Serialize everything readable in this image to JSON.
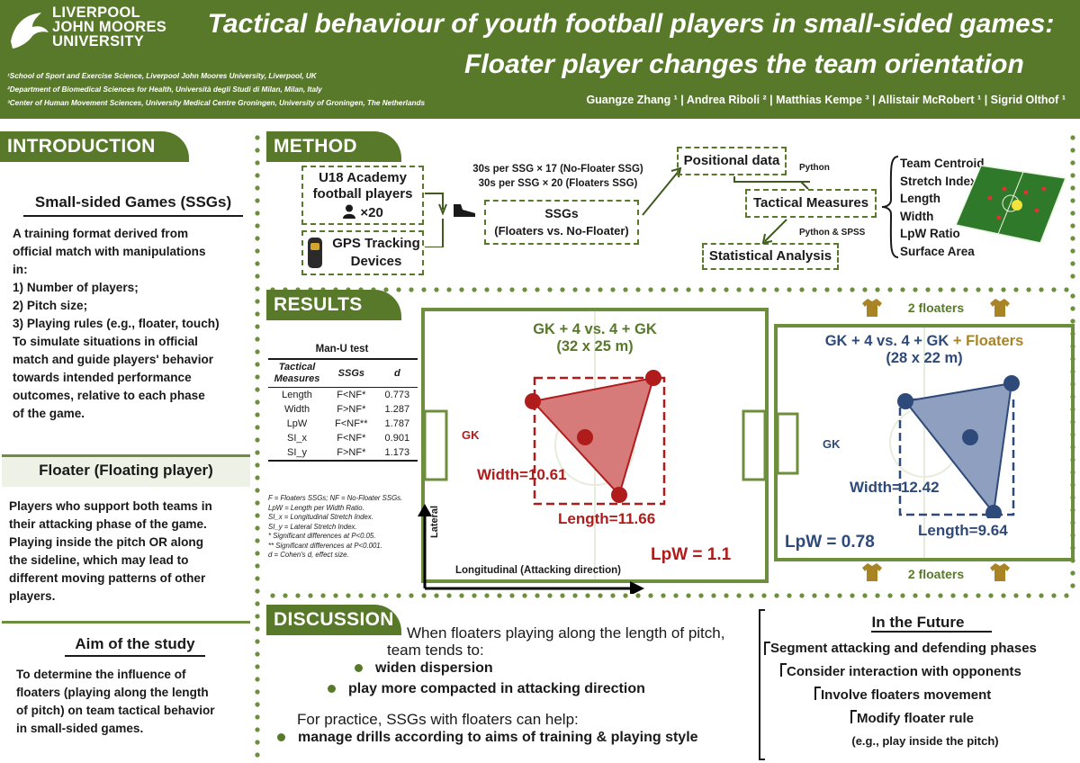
{
  "header": {
    "logo_lines": [
      "LIVERPOOL",
      "JOHN MOORES",
      "UNIVERSITY"
    ],
    "title_line1": "Tactical behaviour of youth football players in small-sided games:",
    "title_line2": "Floater player changes the team orientation",
    "affiliations": [
      "¹School of Sport and Exercise Science, Liverpool John Moores University, Liverpool, UK",
      "²Department of Biomedical Sciences for Health, Università degli Studi di Milan, Milan, Italy",
      "³Center of Human Movement Sciences, University Medical Centre Groningen, University of Groningen, The Netherlands"
    ],
    "authors": "Guangze Zhang ¹  |  Andrea Riboli ²  |  Matthias Kempe ³  |  Allistair McRobert ¹  |  Sigrid Olthof ¹"
  },
  "introduction": {
    "heading": "INTRODUCTION",
    "ssg_heading": "Small-sided Games (SSGs)",
    "ssg_lines": [
      "A training format derived from",
      "official match with manipulations",
      "in:",
      "1) Number of players;",
      "2) Pitch size;",
      "3) Playing rules (e.g., floater, touch)",
      "To simulate situations in official",
      "match and guide players' behavior",
      "towards intended performance",
      "outcomes, relative to each phase",
      "of the game."
    ],
    "floater_heading": "Floater (Floating player)",
    "floater_lines": [
      "Players who support both teams in",
      "their attacking phase of the game.",
      "Playing inside the pitch OR along",
      "the sideline, which may lead to",
      "different moving patterns of other",
      "players."
    ],
    "aim_heading": "Aim of the study",
    "aim_lines": [
      "To determine the influence of",
      "floaters (playing along the length",
      "of pitch) on team tactical behavior",
      "in small-sided games."
    ]
  },
  "method": {
    "heading": "METHOD",
    "participants": "U18 Academy football players",
    "participants_count": "×20",
    "gps": "GPS Tracking Devices",
    "duration_line1": "30s per SSG × 17 (No-Floater SSG)",
    "duration_line2": "30s per SSG × 20 (Floaters SSG)",
    "ssgs_line1": "SSGs",
    "ssgs_line2": "(Floaters vs. No-Floater)",
    "positional": "Positional data",
    "python": "Python",
    "tactical": "Tactical Measures",
    "python_spss": "Python & SPSS",
    "statistical": "Statistical Analysis",
    "measures": [
      "Team Centroid",
      "Stretch Index",
      "Length",
      "Width",
      "LpW Ratio",
      "Surface Area"
    ]
  },
  "results": {
    "heading": "RESULTS",
    "table_title": "Man-U test",
    "table_headers": [
      "Tactical Measures",
      "SSGs",
      "d"
    ],
    "table_rows": [
      [
        "Length",
        "F<NF*",
        "0.773"
      ],
      [
        "Width",
        "F>NF*",
        "1.287"
      ],
      [
        "LpW",
        "F<NF**",
        "1.787"
      ],
      [
        "SI_x",
        "F<NF*",
        "0.901"
      ],
      [
        "SI_y",
        "F>NF*",
        "1.173"
      ]
    ],
    "notes": [
      "F = Floaters SSGs; NF = No-Floater SSGs.",
      "LpW = Length per Width Ratio.",
      "SI_x = Longitudinal Stretch Index.",
      "SI_y = Lateral Stretch Index.",
      "* Significant differences at P<0.05.",
      "** Significant differences at P<0.001.",
      "d = Cohen's d, effect size."
    ],
    "left_pitch": {
      "title_line1": "GK + 4 vs. 4 + GK",
      "title_line2": "(32 x 25 m)",
      "gk": "GK",
      "width": "Width=10.61",
      "length": "Length=11.66",
      "lpw": "LpW = 1.1",
      "color": "#b01c1c"
    },
    "right_pitch": {
      "title_line1": "GK + 4 vs. 4 + GK",
      "title_floaters": "+ Floaters",
      "title_line2": "(28 x 22 m)",
      "gk": "GK",
      "width": "Width=12.42",
      "length": "Length=9.64",
      "lpw": "LpW = 0.78",
      "color": "#2e4a7a"
    },
    "floaters_top": "2 floaters",
    "floaters_bottom": "2 floaters",
    "axis_lateral": "Lateral",
    "axis_longitudinal": "Longitudinal (Attacking direction)"
  },
  "discussion": {
    "heading": "DISCUSSION",
    "lead_line1": "When floaters playing along the length of pitch,",
    "lead_line2": "team tends to:",
    "bullets": [
      "widen dispersion",
      "play more compacted in attacking direction"
    ],
    "practice": "For practice, SSGs with floaters can help:",
    "practice_bullet": "manage drills according to aims of training & playing style"
  },
  "future": {
    "heading": "In the Future",
    "items": [
      "Segment attacking and defending phases",
      "Consider interaction with opponents",
      "Involve floaters movement",
      "Modify floater rule"
    ],
    "sub": "(e.g., play inside the pitch)"
  },
  "colors": {
    "brand_green": "#58792a",
    "red": "#b01c1c",
    "blue": "#2e4a7a",
    "gold": "#a88424"
  }
}
